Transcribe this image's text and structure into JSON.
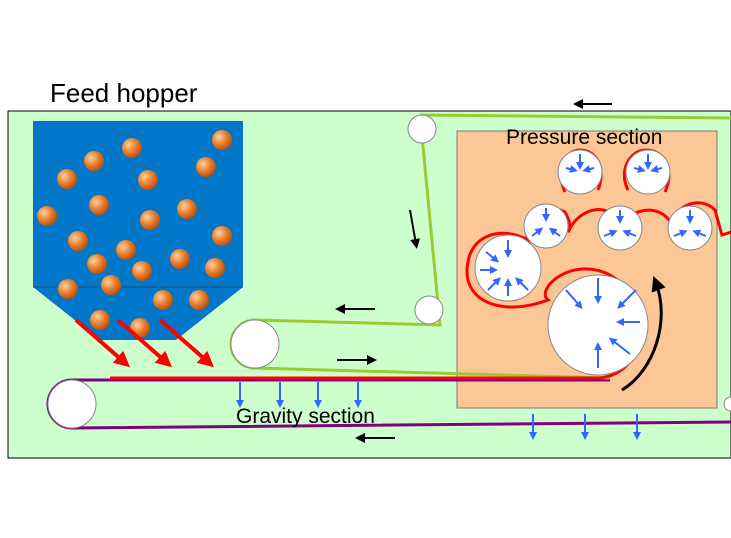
{
  "labels": {
    "feed_hopper": "Feed hopper",
    "pressure_section": "Pressure section",
    "gravity_section": "Gravity section"
  },
  "colors": {
    "background_panel": "#ccffcc",
    "hopper": "#0077c8",
    "particle": "#e87b2a",
    "pressure_zone": "#fcc797",
    "upper_belt": "#99cc33",
    "lower_belt": "#800080",
    "filter_cloth": "#ff0000",
    "flow_arrow": "#ff0000",
    "filtrate_arrow": "#3366ff",
    "direction_arrow": "#000000",
    "roller": "#ffffff"
  }
}
